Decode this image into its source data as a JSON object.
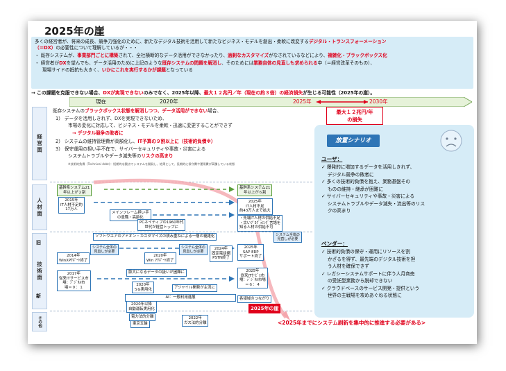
{
  "title": "2025年の崖",
  "summary": {
    "line1": {
      "a": "多くの経営者が、将来の成長、競争力強化のために、新たなデジタル技術を活用して新たなビジネス・モデルを創出・柔軟に改変する",
      "b": "デジタル・トランスフォーメーション"
    },
    "line2": {
      "a": "（＝DX）",
      "b": "の必要性について理解しているが・・・"
    },
    "line3": {
      "a": "・ 既存システムが、",
      "b": "事業部門ごとに構築",
      "c": "されて、全社横断的なデータ活用ができなかったり、",
      "d": "過剰なカスタマイズ",
      "e": "がなされているなどにより、",
      "f": "複雑化・ブラックボックス化"
    },
    "line4": {
      "a": "・ 経営者が",
      "b": "DX",
      "c": "を望んでも、データ活用のために上記のような",
      "d": "既存システムの問題を解消し",
      "e": "、そのためには",
      "f": "業務自体の見直しも求められる",
      "g": "中（＝経営改革そのもの）、"
    },
    "line5": {
      "a": "現場サイドの抵抗も大きく、",
      "b": "いかにこれを実行するかが課題",
      "c": "となっている"
    }
  },
  "conclusion": {
    "a": "→ この課題を克服できない場合、",
    "b": "DXが実現できない",
    "c": "のみでなく、2025年以降、",
    "d": "最大１２兆円／年（現在の約３倍）の経済損失",
    "e": "が生じる可能性（2025年の崖）。"
  },
  "timeline": {
    "now": "現在",
    "y2020": "2020年",
    "y2025": "2025年",
    "y2030": "2030年"
  },
  "loss": {
    "line1": "最大１２兆円/年",
    "line2": "の損失"
  },
  "rows": {
    "mgmt": "経営面",
    "people": "人材面",
    "tech": "技術面",
    "old": "旧",
    "new": "新",
    "other": "その他"
  },
  "mgmt": {
    "intro": {
      "a": "既存システムの",
      "b": "ブラックボックス状態を解消しつつ、データ活用ができない",
      "c": "場合、"
    },
    "p1": "1） データを活用しきれず、DXを実現できないため、",
    "p1b": "市場の変化に対応して、ビジネス・モデルを柔軟・迅速に変更することができず",
    "p1c": "→ デジタル競争の敗者に",
    "p2": {
      "a": "2） システムの維持管理費が高額化し、",
      "b": "IT予算の９割以上に（技術的負債※）"
    },
    "p3": "3） 保守運用の担い手不在で、サイバーセキュリティや事故・災害による",
    "p3b": {
      "a": "システムトラブルやデータ滅失等の",
      "b": "リスクの高まり"
    },
    "footnote": "※技術的負債（Technical debt）：短期的な観点でシステムを開発し、結果として、長期的に保守費や運用費が高騰している状態"
  },
  "people": {
    "core21a": "基幹系システム21",
    "core21b": "年以上が２割",
    "core21c": "基幹系システム21",
    "core21d": "年以上が６割",
    "it2015a": "2015年",
    "it2015b": "IT人材不足約",
    "it2015c": "17万人",
    "it2025a": "2025年",
    "it2025b": "IT人材不足",
    "it2025c": "約43万人まで拡大",
    "mainframe1": "メインフレーム担い手",
    "mainframe2": "の退職・高齢化",
    "pc1": "PCネイティブの1960年代",
    "pc2": "世代が経営トップに",
    "edu1": "・先端IT人材の供給不足",
    "edu2": "・古いﾌﾟﾛｸﾞﾗﾐﾝｸﾞ言語を",
    "edu3": "知る人材の供給不可"
  },
  "tech": {
    "addon": "ソフトウエアのアドオン・カスタマイズの積み重ねによる一層の複雑化",
    "bubble1a": "システム全体の",
    "bubble1b": "見直しが必要",
    "bubble2a": "システム全体の",
    "bubble2b": "見直しが必要",
    "bubble3a": "システム全体の",
    "bubble3b": "見直しが必要",
    "xp": "2014年",
    "xpb": "WinXPｻﾎﾟｰﾄ終了",
    "win7": "2020年",
    "win7b": "Win 7ｻﾎﾟｰﾄ終了",
    "pstn": "2024年",
    "pstnb": "固定電話網",
    "pstnc": "PSTN終了",
    "sap": "2025年",
    "sapb": "SAP ERP",
    "sapc": "サポート終了",
    "market2017a": "2017年",
    "market2017b": "従来ITサービス市",
    "market2017c": "場：ﾃﾞｼﾞﾀﾙ市",
    "market2017d": "場＝９：１",
    "bigdata": "膨大になるデータの扱いが困難に",
    "fiveg": "2020年",
    "fivegb": "５G実用化",
    "agile": "アジャイル開発が主流に",
    "ai": "AI：一般利用進展",
    "market2025a": "2025年",
    "market2025b": "従来ITｻｰﾋﾞｽ市",
    "market2025c": "場：ﾃﾞｼﾞﾀﾙ市場",
    "market2025d": "＝６：４",
    "connect": "各領域のつながり",
    "cliff": "2025年の崖"
  },
  "other": {
    "auto1": "2020年以降",
    "auto2": "自動運転実用化",
    "power": "電力法的分離",
    "tokyo": "東京五輪",
    "gas1": "2022年",
    "gas2": "ガス法的分離"
  },
  "scenario": {
    "title": "放置シナリオ",
    "user_head": "ユーザ：",
    "user": [
      "✓ 爆発的に増加するデータを活用しきれず、",
      "　 デジタル競争の敗者に",
      "✓ 多くの技術的負債を抱え、業務基盤その",
      "　 ものの維持・継承が困難に",
      "✓ サイバーセキュリティや事故・災害による",
      "　 システムトラブルやデータ滅失・流出等のリス",
      "　 クの高まり"
    ],
    "vendor_head": "ベンダー：",
    "vendor": [
      "✓ 技術的負債の保守・運用にリソースを割",
      "　 かざるを得ず、最先端のデジタル技術を担",
      "　 う人材を確保できず",
      "✓ レガシーシステムサポートに伴う人月商売",
      "　 の受託型業務から脱却できない",
      "✓ クラウドベースのサービス開発・提供という",
      "　 世界の主戦場を攻めあぐねる状態に"
    ]
  },
  "footer": "<2025年までにシステム刷新を集中的に推進する必要がある>",
  "colors": {
    "accent_red": "#e0001b",
    "accent_blue": "#2e75b6",
    "panel_blue": "#d6ecf7",
    "timeline_green": "#e6f2d9"
  }
}
